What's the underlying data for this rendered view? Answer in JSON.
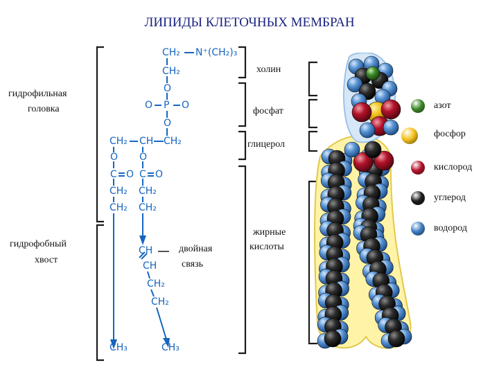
{
  "title": "ЛИПИДЫ КЛЕТОЧНЫХ МЕМБРАН",
  "left_labels": {
    "hydrophilic_head": [
      "гидрофильная",
      "головка"
    ],
    "hydrophobic_tail": [
      "гидрофобный",
      "хвост"
    ]
  },
  "formula": {
    "choline_ch2": "CH₂",
    "choline_n": "N⁺(CH₂)₃",
    "ch2_b": "CH₂",
    "o_upper": "O",
    "phosphate_o_left": "O",
    "phosphate_p": "P",
    "phosphate_o_right": "O",
    "o_lower": "O",
    "glycerol_left": "CH₂",
    "glycerol_mid": "CH",
    "glycerol_right": "CH₂",
    "ester_o_left": "O",
    "ester_o_right": "O",
    "carbonyl_left_c": "C",
    "carbonyl_left_o": "O",
    "carbonyl_right_c": "C",
    "carbonyl_right_o": "O",
    "chain_left_1": "CH₂",
    "chain_left_2": "CH₂",
    "chain_right_1": "CH₂",
    "chain_right_2": "CH₂",
    "db_ch_1": "CH",
    "db_ch_2": "CH",
    "chain_right_3": "CH₂",
    "chain_right_4": "CH₂",
    "end_left": "CH₃",
    "end_right": "CH₃"
  },
  "double_bond_label": [
    "двойная",
    "связь"
  ],
  "group_labels": {
    "choline": "холин",
    "phosphate": "фосфат",
    "glycerol": "глицерол",
    "fatty_acids": [
      "жирные",
      "кислоты"
    ]
  },
  "legend": [
    {
      "label": "азот",
      "color": "#3f8a2a"
    },
    {
      "label": "фосфор",
      "color": "#f4c21c"
    },
    {
      "label": "кислород",
      "color": "#b3122a"
    },
    {
      "label": "углерод",
      "color": "#1c1c1c"
    },
    {
      "label": "водород",
      "color": "#3f7fc4"
    }
  ]
}
